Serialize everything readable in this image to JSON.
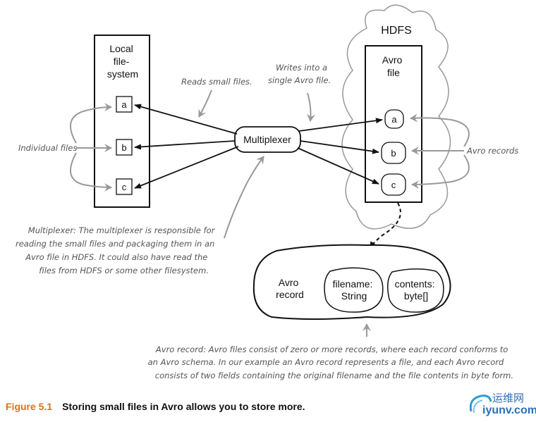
{
  "local_fs": {
    "title_lines": [
      "Local",
      "file-",
      "system"
    ],
    "files": [
      "a",
      "b",
      "c"
    ]
  },
  "hdfs": {
    "label": "HDFS",
    "avro_file_lines": [
      "Avro",
      "file"
    ],
    "records": [
      "a",
      "b",
      "c"
    ]
  },
  "multiplexer": {
    "label": "Multiplexer"
  },
  "avro_record": {
    "label_lines": [
      "Avro",
      "record"
    ],
    "fields": [
      {
        "lines": [
          "filename:",
          "String"
        ]
      },
      {
        "lines": [
          "contents:",
          "byte[]"
        ]
      }
    ]
  },
  "annotations": {
    "reads": "Reads small files.",
    "writes_lines": [
      "Writes into a",
      "single Avro file."
    ],
    "individual_files": "Individual files",
    "avro_records": "Avro records",
    "multiplexer_note_lines": [
      "Multiplexer: The multiplexer is responsible for",
      "reading the small files and packaging them in an",
      "Avro file in HDFS. It could also have read the",
      "files from HDFS or some other filesystem."
    ],
    "avro_record_note_lines": [
      "Avro record:  Avro files consist of zero or more records, where each record conforms to",
      "an Avro schema. In our example an Avro record represents a file, and each Avro record",
      "consists of two fields containing the original filename and the file contents in byte form."
    ]
  },
  "caption": {
    "figure": "Figure 5.1",
    "text": "Storing small files in Avro allows you to store more."
  },
  "watermark": {
    "zh": "运维网",
    "en": "iyunv.com"
  }
}
